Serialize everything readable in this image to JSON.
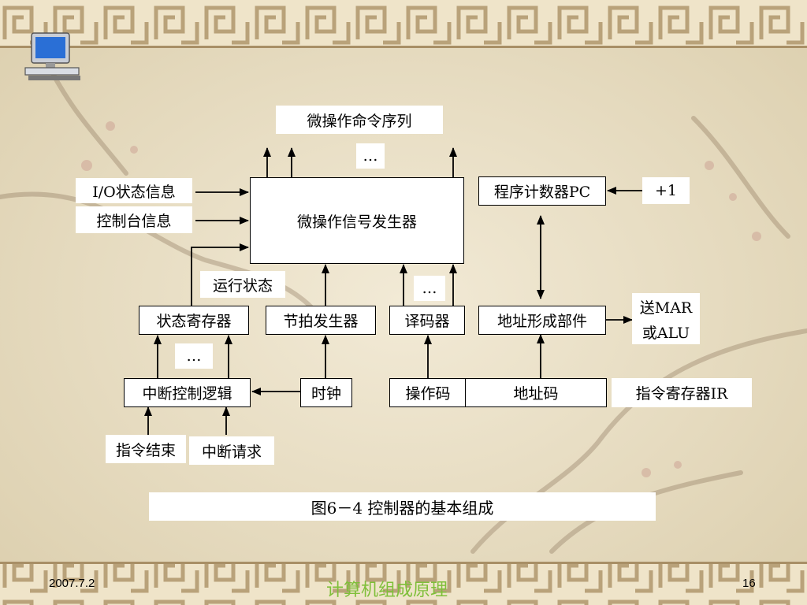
{
  "diagram": {
    "output_label": "微操作命令序列",
    "output_dots": "…",
    "generator": "微操作信号发生器",
    "io_status": "I/O状态信息",
    "console_info": "控制台信息",
    "pc": "程序计数器PC",
    "plus_one": "+1",
    "run_state": "运行状态",
    "decoder_dots": "…",
    "status_register": "状态寄存器",
    "timing_generator": "节拍发生器",
    "decoder": "译码器",
    "address_unit": "地址形成部件",
    "to_mar": "送MAR",
    "or_alu": "或ALU",
    "interrupt_dots": "…",
    "interrupt_logic": "中断控制逻辑",
    "clock": "时钟",
    "opcode": "操作码",
    "address_code": "地址码",
    "ir": "指令寄存器IR",
    "instr_end": "指令结束",
    "interrupt_request": "中断请求"
  },
  "caption": "图6－4  控制器的基本组成",
  "footer": {
    "date": "2007.7.2",
    "course": "计算机组成原理",
    "page": "16"
  }
}
